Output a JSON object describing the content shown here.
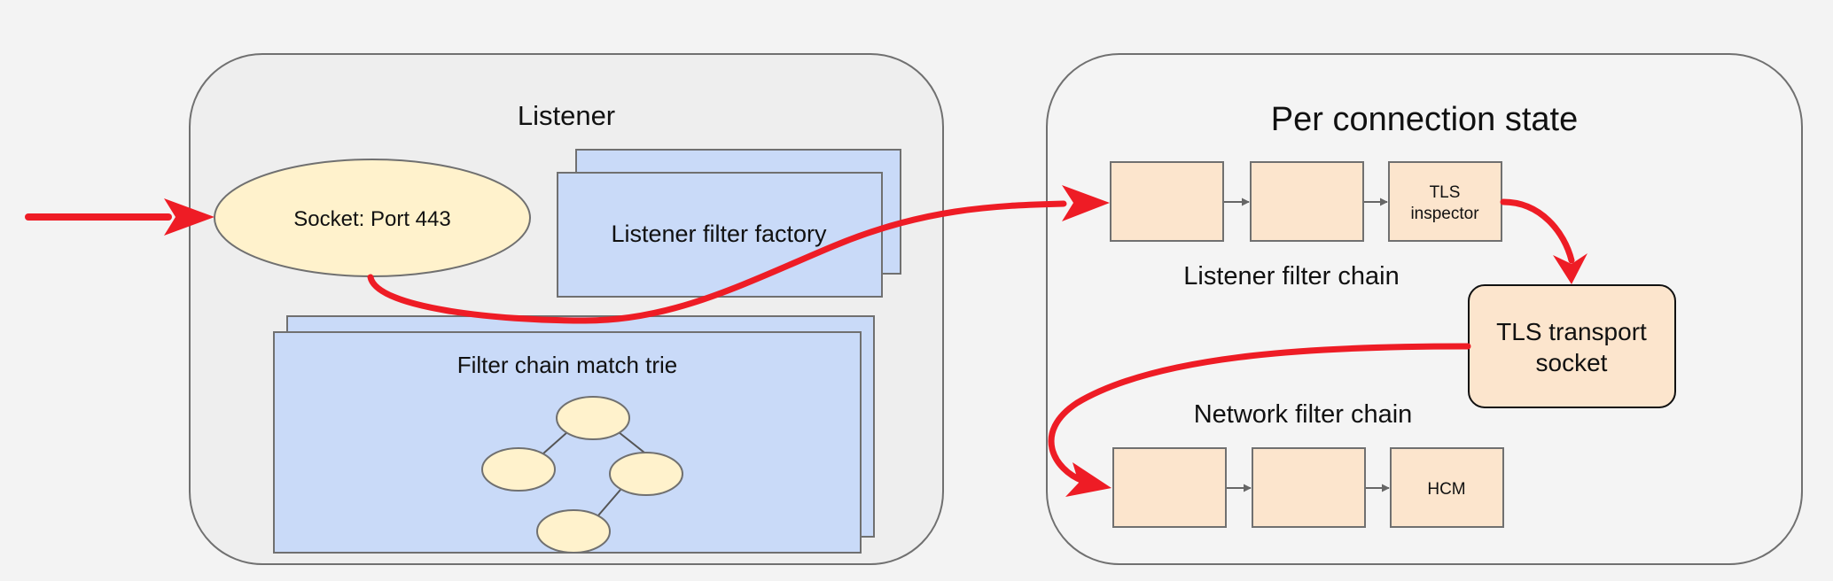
{
  "listener_panel": {
    "title": "Listener",
    "socket_label": "Socket: Port 443",
    "factory_label": "Listener filter factory",
    "trie_label": "Filter chain match trie"
  },
  "connection_panel": {
    "title": "Per connection state",
    "listener_chain_label": "Listener filter chain",
    "tls_inspector_line1": "TLS",
    "tls_inspector_line2": "inspector",
    "tls_transport_line1": "TLS transport",
    "tls_transport_line2": "socket",
    "network_chain_label": "Network filter chain",
    "hcm_label": "HCM"
  },
  "colors": {
    "background": "#f3f3f3",
    "panel_fill": "#eeeeee",
    "panel_fill_right": "#f4f4f4",
    "panel_stroke": "#707070",
    "socket_fill": "#fff2cc",
    "blue_fill": "#c9daf8",
    "peach_fill": "#fce5cd",
    "arrow_red": "#ee1c25",
    "gray_arrow": "#666666"
  }
}
